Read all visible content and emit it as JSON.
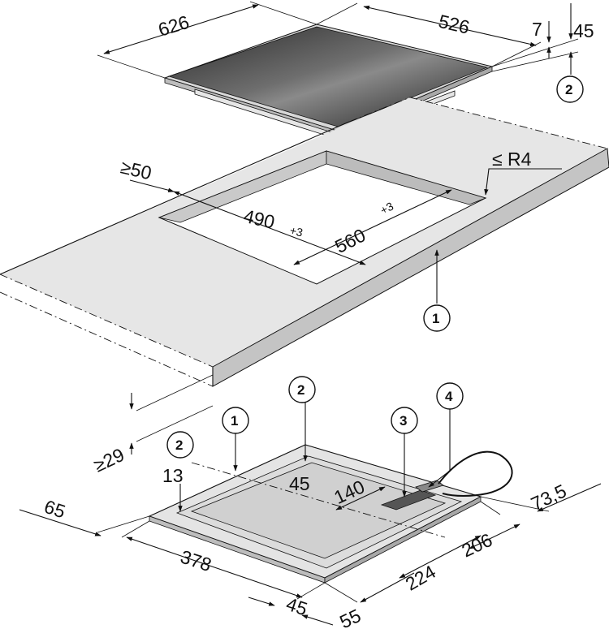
{
  "dimensions": {
    "hob_width": "626",
    "hob_depth": "526",
    "hob_height": "7",
    "hob_overall_height": "45",
    "edge_clearance": "≥50",
    "corner_radius": "≤ R4",
    "cutout_depth": "490",
    "cutout_depth_tol": "+3",
    "cutout_width": "560",
    "cutout_width_tol": "+3",
    "worktop_thickness": "≥29",
    "side_offset": "13",
    "center_depth": "45",
    "box_offset": "140",
    "cable_offset": "73,5",
    "left_margin": "65",
    "base_width": "378",
    "front_offset": "45",
    "rear_offset": "55",
    "base_depth": "224",
    "box_depth": "206"
  },
  "callouts": {
    "c1_top": "1",
    "c2_top": "2",
    "c1_bottom": "1",
    "c2_left": "2",
    "c2_center": "2",
    "c3": "3",
    "c4": "4"
  }
}
